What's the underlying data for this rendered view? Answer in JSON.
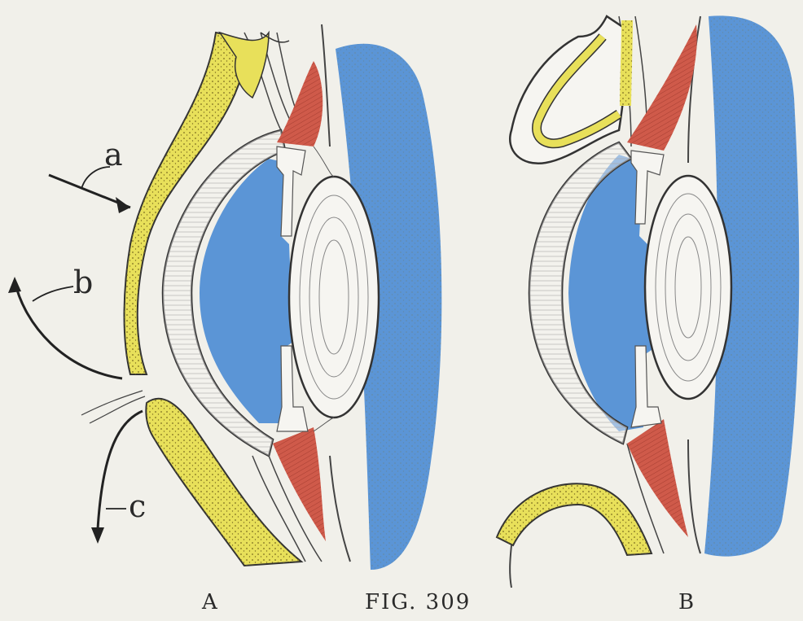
{
  "figure": {
    "caption": "FIG. 309",
    "panel_a_label": "A",
    "panel_b_label": "B",
    "labels": {
      "a": "a",
      "b": "b",
      "c": "c"
    }
  },
  "colors": {
    "background": "#f1f0ea",
    "fluid_blue": "#5b95d6",
    "lid_yellow": "#e8e05a",
    "muscle_red": "#cf5a4a",
    "tissue_white": "#f6f5f1",
    "ink": "#2a2a2a"
  }
}
